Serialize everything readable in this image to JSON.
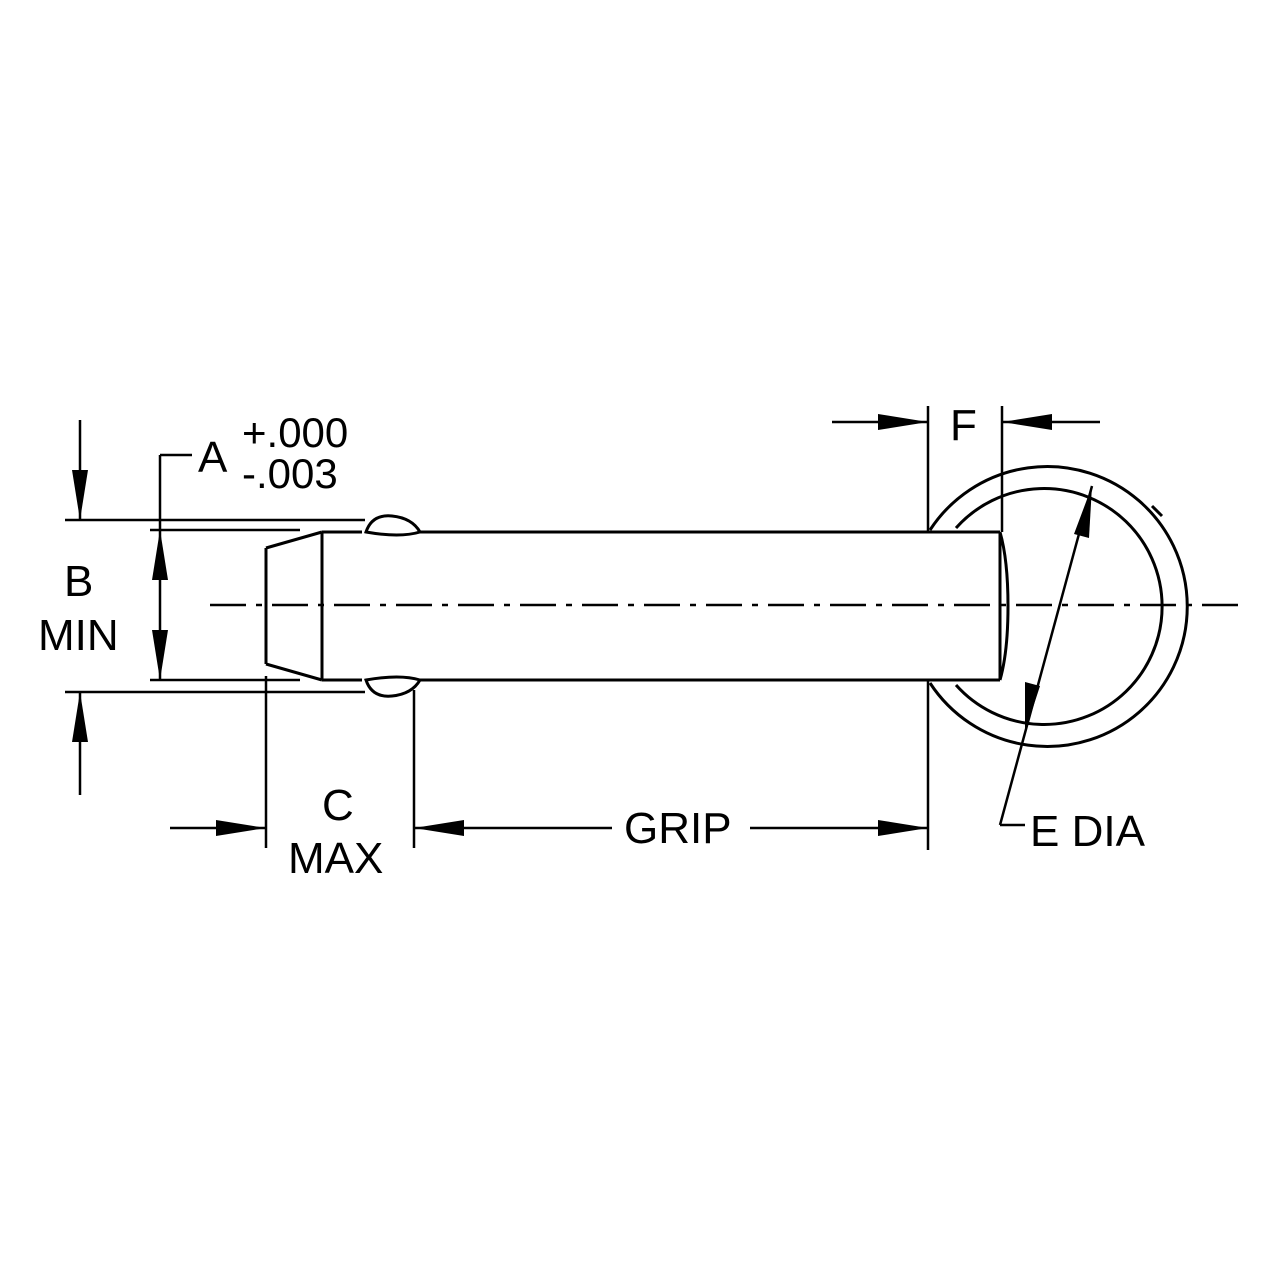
{
  "labels": {
    "a": "A",
    "tol_plus": "+.000",
    "tol_minus": "-.003",
    "b": "B",
    "b_sub": "MIN",
    "c": "C",
    "c_sub": "MAX",
    "grip": "GRIP",
    "f": "F",
    "e": "E DIA"
  }
}
